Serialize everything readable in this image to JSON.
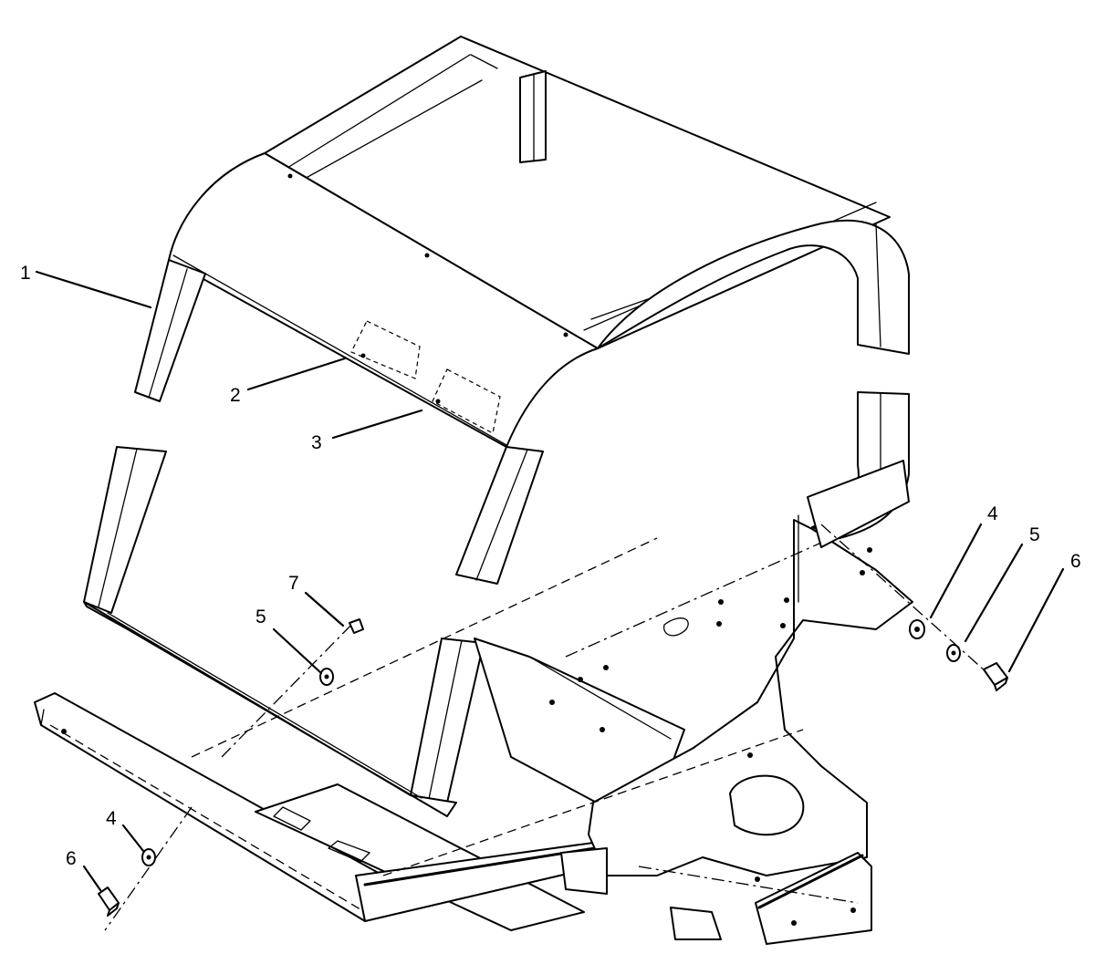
{
  "diagram": {
    "callouts": [
      {
        "id": "c1",
        "label": "1"
      },
      {
        "id": "c2",
        "label": "2"
      },
      {
        "id": "c3",
        "label": "3"
      },
      {
        "id": "c4r",
        "label": "4"
      },
      {
        "id": "c5r",
        "label": "5"
      },
      {
        "id": "c6r",
        "label": "6"
      },
      {
        "id": "c7",
        "label": "7"
      },
      {
        "id": "c5l",
        "label": "5"
      },
      {
        "id": "c4l",
        "label": "4"
      },
      {
        "id": "c6l",
        "label": "6"
      }
    ]
  }
}
